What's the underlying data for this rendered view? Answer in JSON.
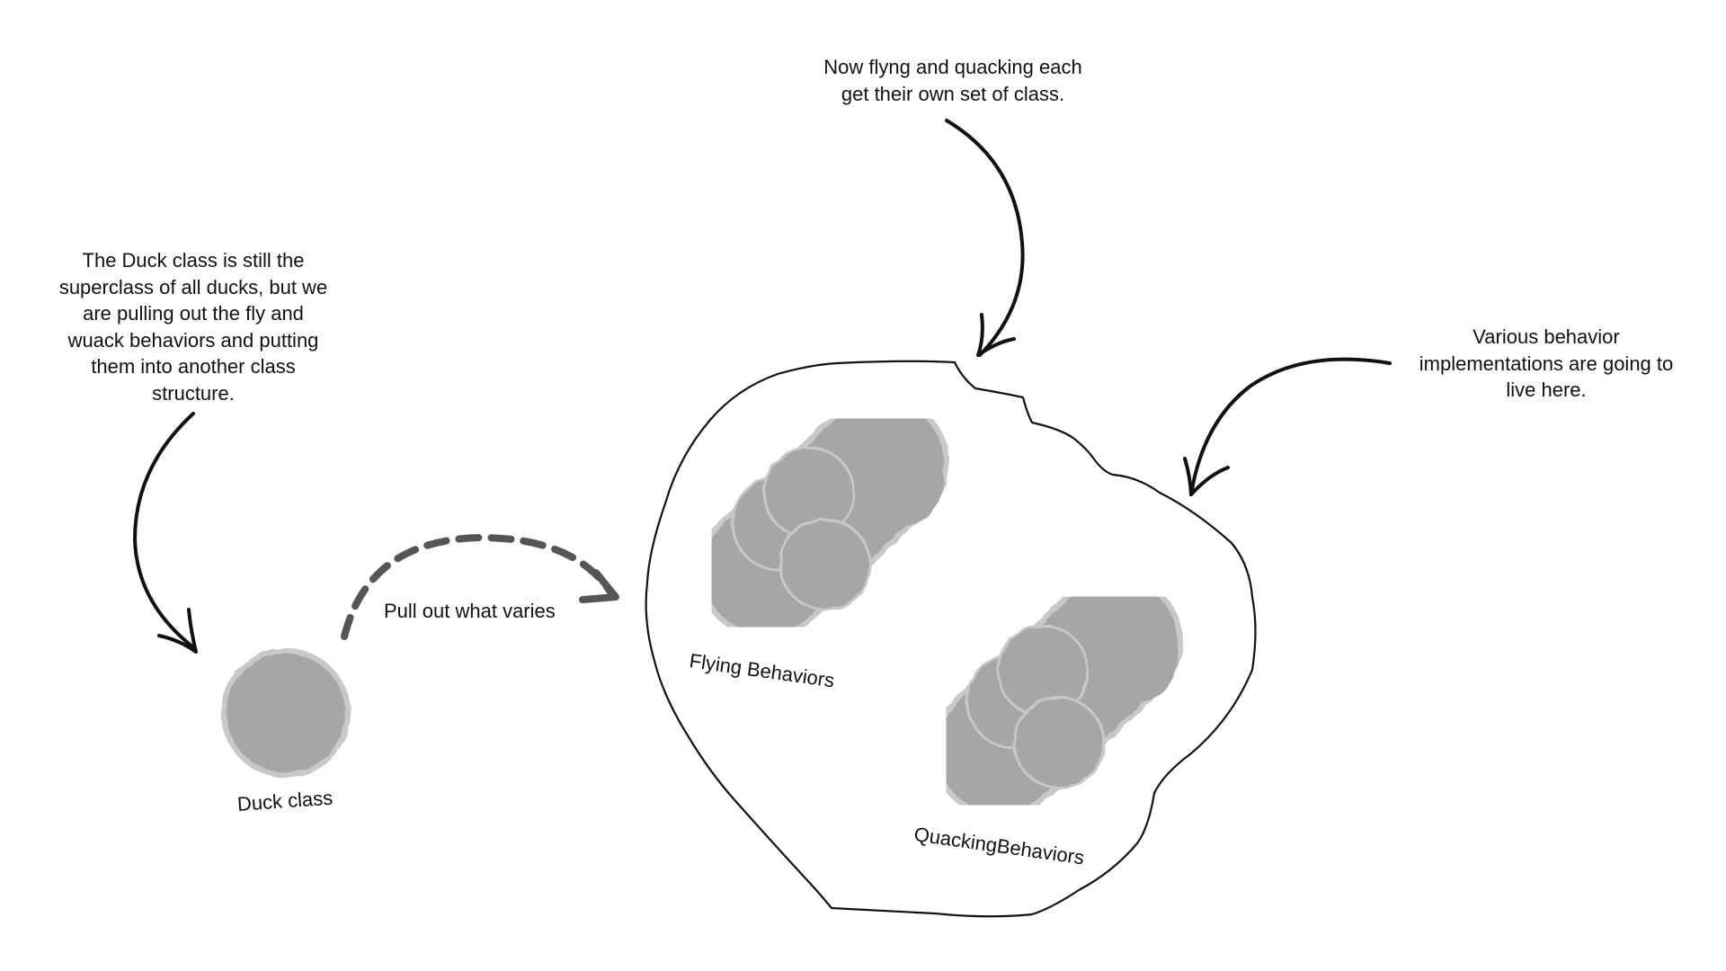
{
  "colors": {
    "background": "#ffffff",
    "ink": "#111111",
    "blob_fill": "#a6a6a6",
    "blob_sketch": "#c8c8c8",
    "dashed_arrow": "#555555"
  },
  "annotations": {
    "duck_class_note": "The Duck class is still the\nsuperclass of all ducks, but we\nare pulling out the fly and\nwuack behaviors and putting\nthem into another class\nstructure.",
    "flying_quacking_note": "Now flyng and quacking each\nget their own set of class.",
    "various_behaviors_note": "Various behavior\nimplementations are going to\nlive here."
  },
  "labels": {
    "pull_out": "Pull out what varies",
    "duck_class": "Duck class",
    "flying_behaviors": "Flying Behaviors",
    "quacking_behaviors": "QuackingBehaviors"
  },
  "icons": {
    "duck_class_blob": "gray-circle",
    "flying_cluster": "gray-capsule-cluster",
    "quacking_cluster": "gray-capsule-cluster",
    "arrows": "hand-drawn-curved-arrow"
  }
}
